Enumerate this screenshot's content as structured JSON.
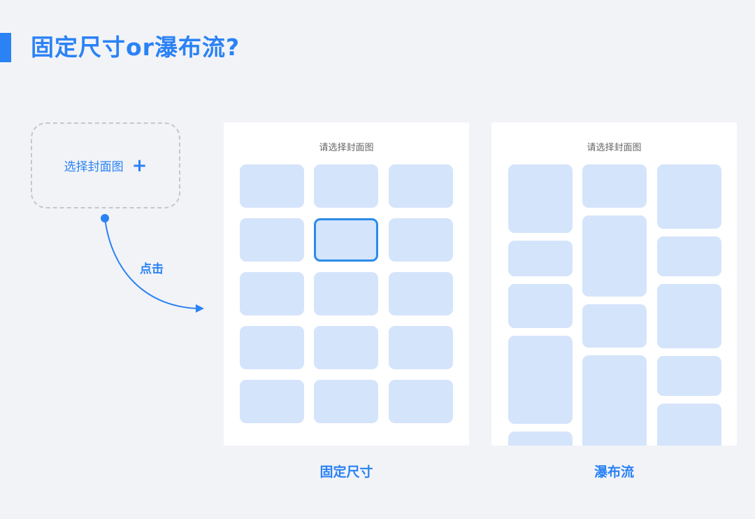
{
  "title": "固定尺寸or瀑布流?",
  "picker": {
    "label": "选择封面图",
    "icon": "plus-icon"
  },
  "arrow_label": "点击",
  "panels": [
    {
      "placeholder": "请选择封面图",
      "caption": "固定尺寸"
    },
    {
      "placeholder": "请选择封面图",
      "caption": "瀑布流"
    }
  ],
  "colors": {
    "accent": "#2a82f5",
    "tile": "#d4e4fb",
    "selected": "#2a8be8"
  }
}
